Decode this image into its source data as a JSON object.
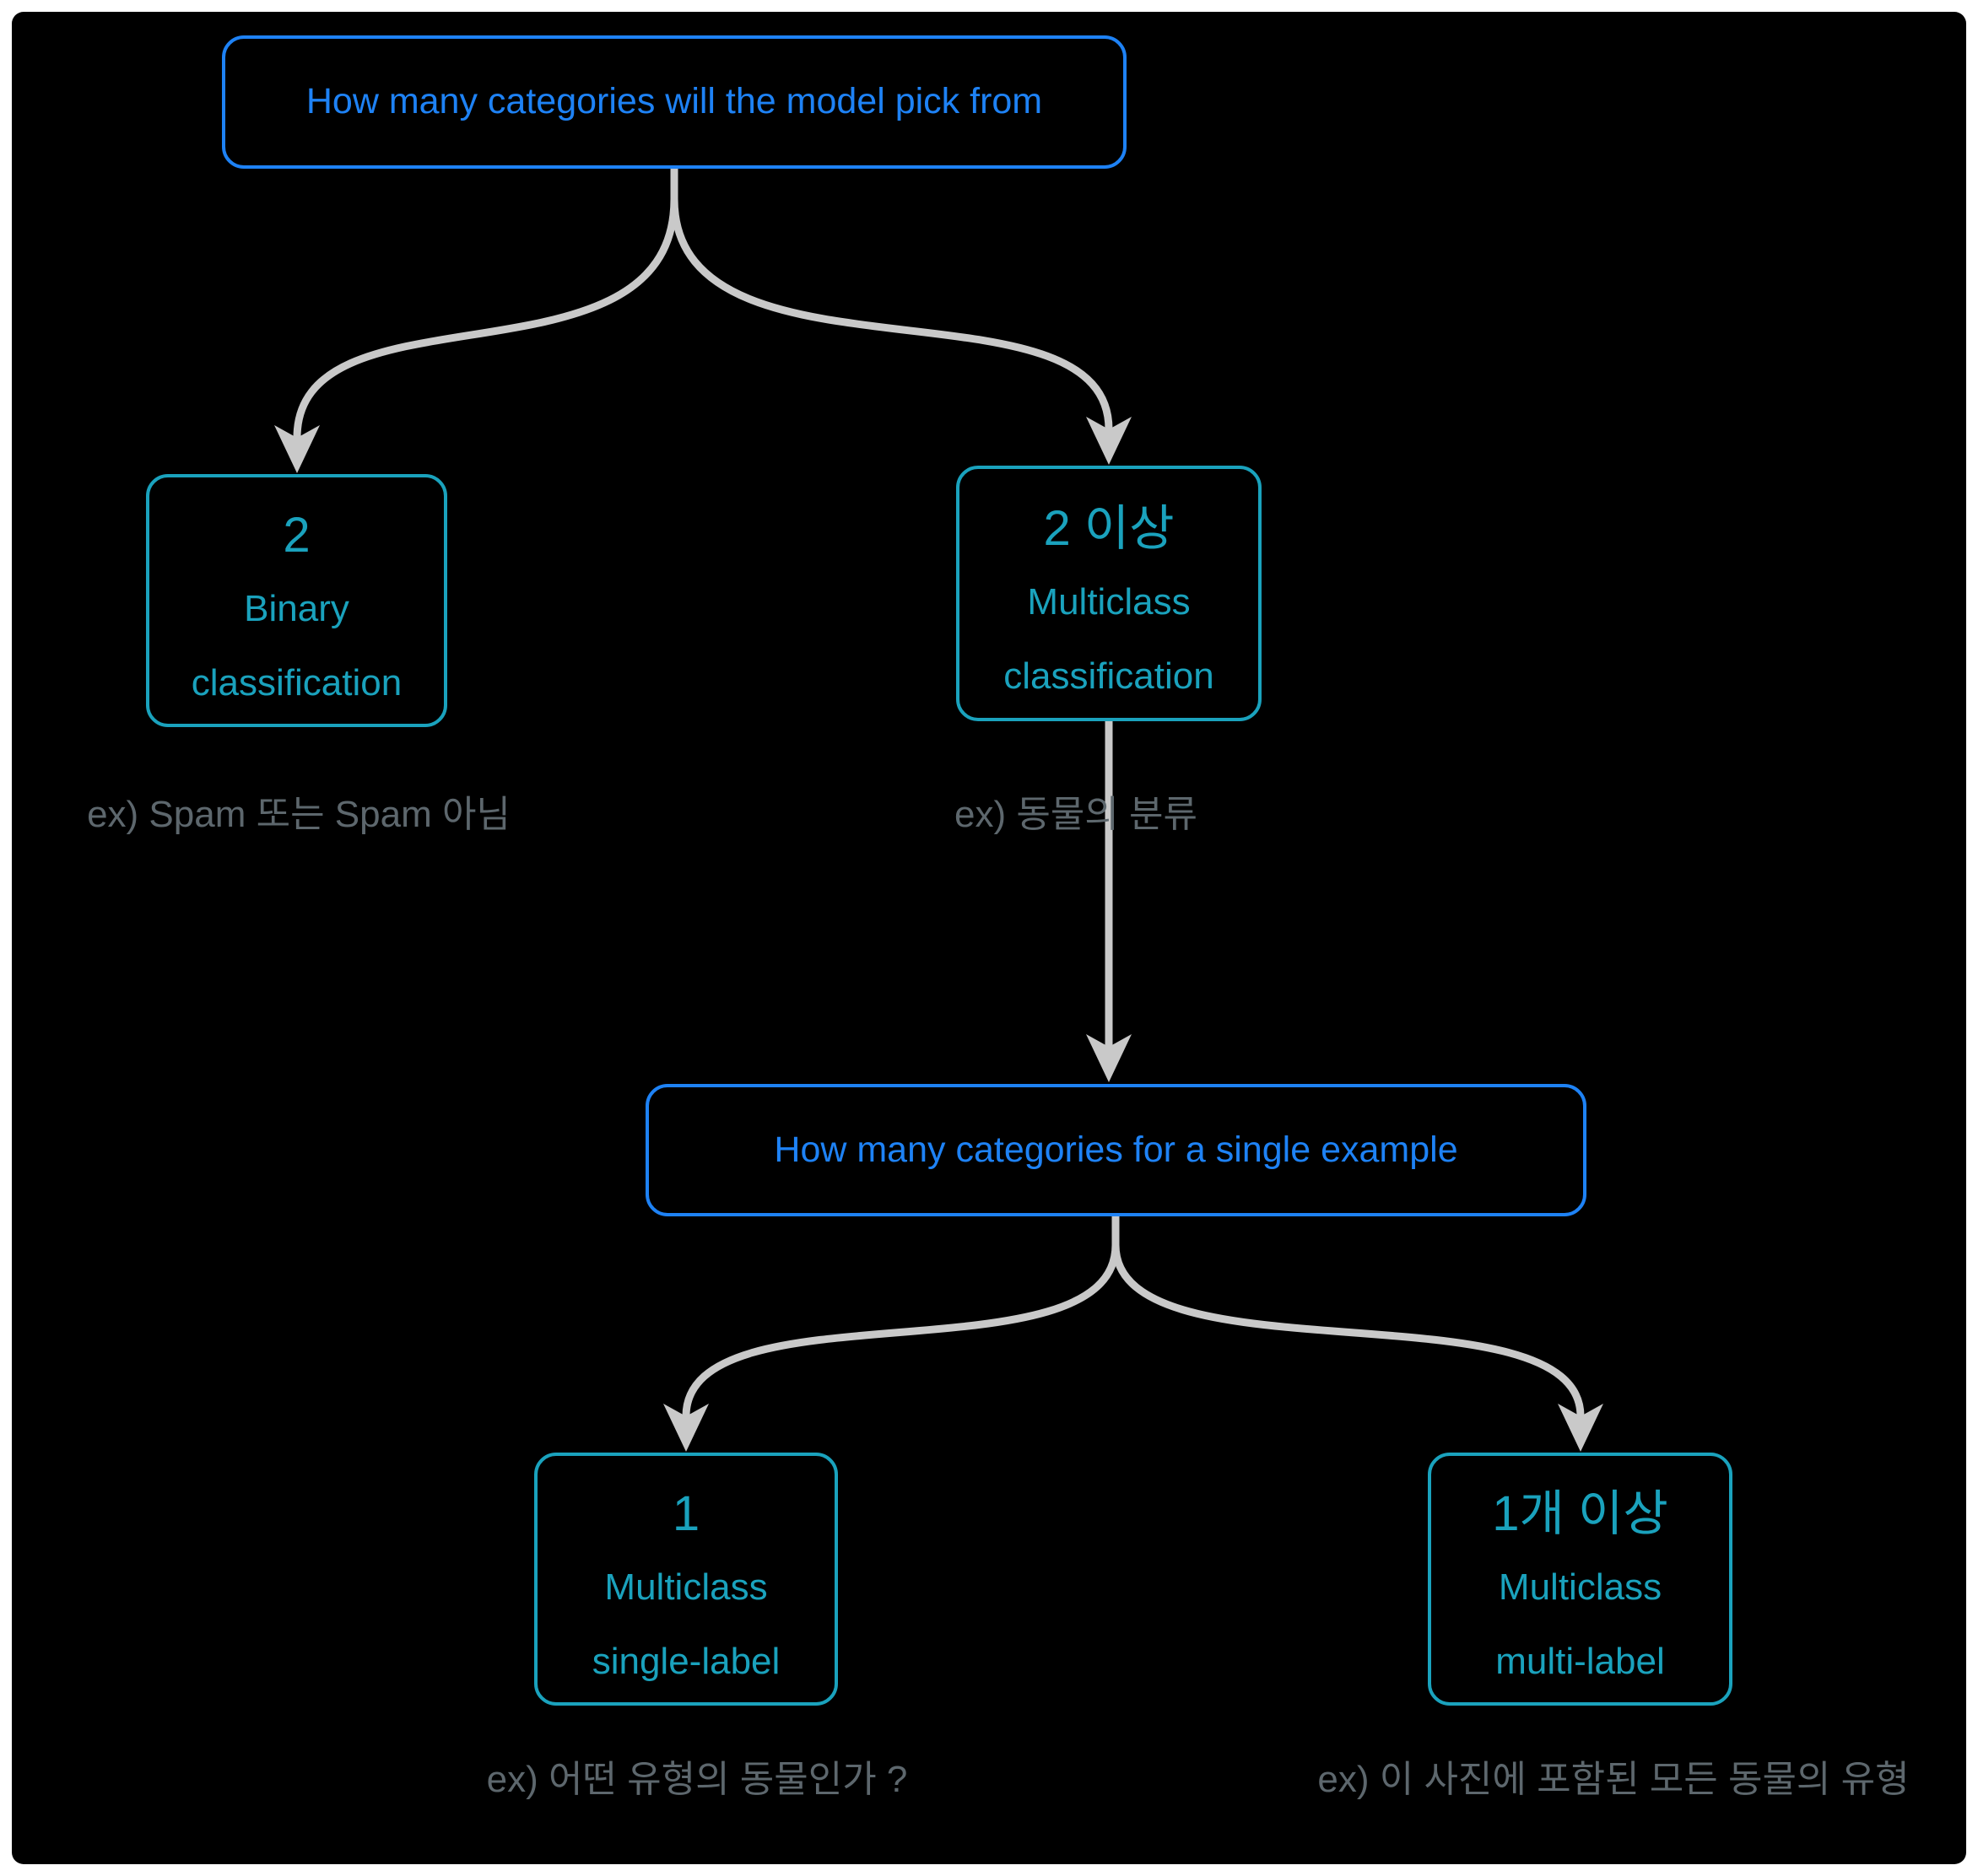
{
  "diagram": {
    "questions": {
      "root": "How many categories will the model pick from",
      "single_example": "How many categories for a single example"
    },
    "nodes": {
      "binary": {
        "value": "2",
        "label_line1": "Binary",
        "label_line2": "classification",
        "example": "ex) Spam 또는 Spam 아님"
      },
      "multiclass": {
        "value": "2 이상",
        "label_line1": "Multiclass",
        "label_line2": "classification",
        "example": "ex) 동물의 분류"
      },
      "multiclass_single_label": {
        "value": "1",
        "label_line1": "Multiclass",
        "label_line2": "single-label",
        "example": "ex) 어떤 유형의 동물인가 ?"
      },
      "multiclass_multi_label": {
        "value": "1개 이상",
        "label_line1": "Multiclass",
        "label_line2": "multi-label",
        "example": "ex) 이 사진에 포함된 모든 동물의 유형"
      }
    },
    "colors": {
      "question_accent": "#1e82f5",
      "category_accent": "#1aa2bd",
      "example_text": "#5d676d",
      "arrow": "#c9c9c9",
      "background": "#000000",
      "frame": "#ffffff"
    }
  }
}
